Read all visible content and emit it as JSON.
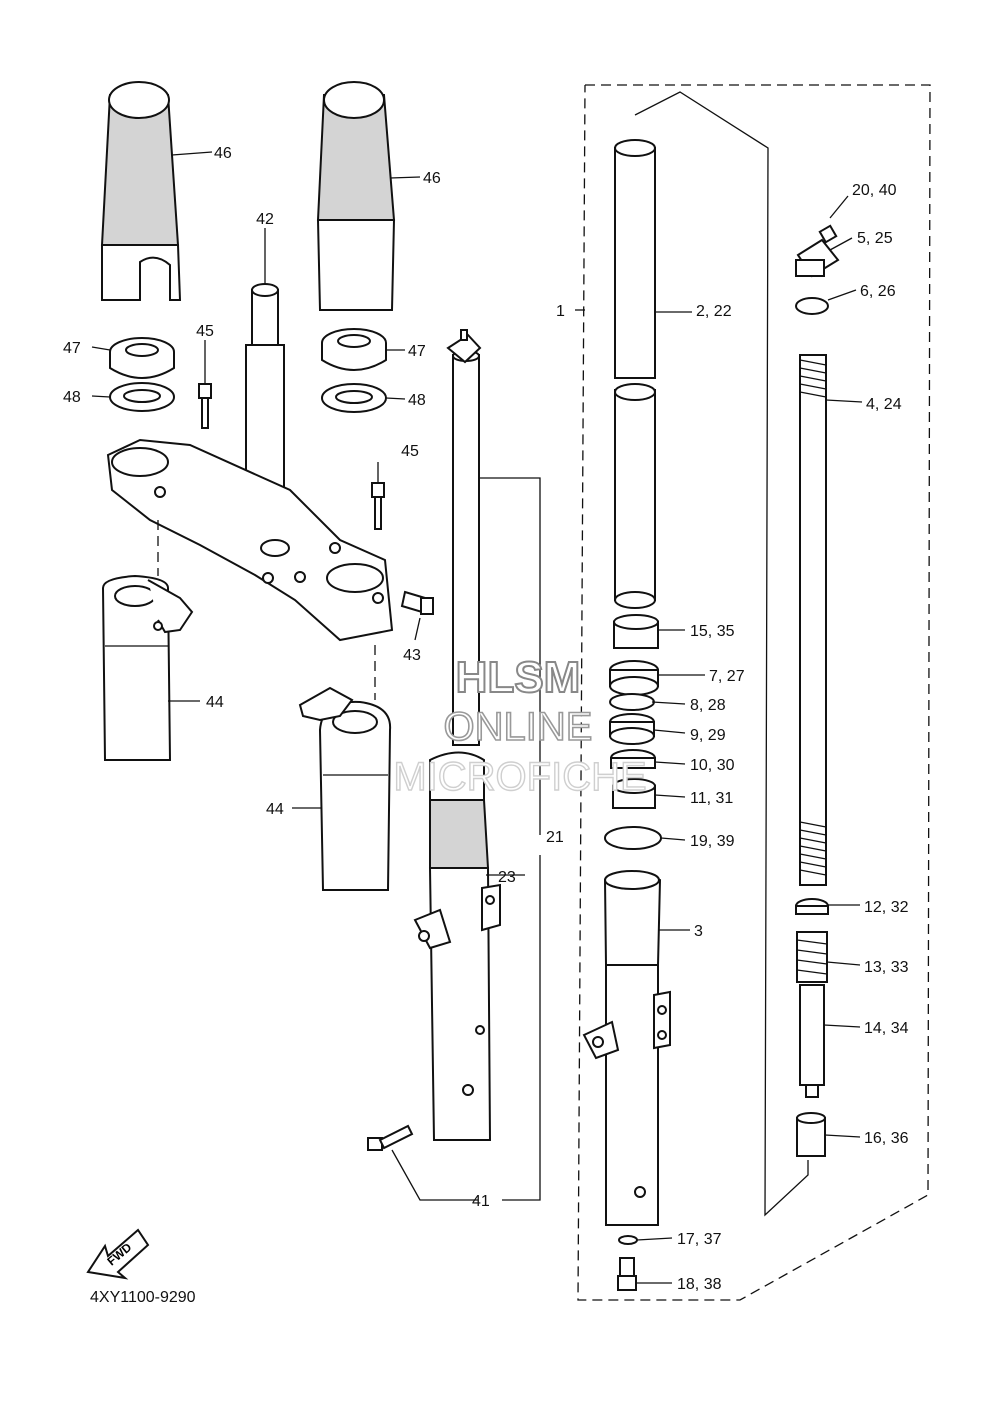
{
  "diagram_code": "4XY1100-9290",
  "fwd_label": "FWD",
  "watermark": [
    "HLSM",
    "ONLINE",
    "MICROFICHE"
  ],
  "callouts": {
    "c46a": "46",
    "c46b": "46",
    "c42": "42",
    "c47a": "47",
    "c47b": "47",
    "c48a": "48",
    "c48b": "48",
    "c45a": "45",
    "c45b": "45",
    "c43": "43",
    "c44a": "44",
    "c44b": "44",
    "c1": "1",
    "c2": "2, 22",
    "c3": "3",
    "c2040": "20, 40",
    "c525": "5, 25",
    "c626": "6, 26",
    "c424": "4, 24",
    "c1535": "15, 35",
    "c727": "7, 27",
    "c828": "8, 28",
    "c929": "9, 29",
    "c1030": "10, 30",
    "c1131": "11, 31",
    "c1939": "19, 39",
    "c21": "21",
    "c23": "23",
    "c1232": "12, 32",
    "c1333": "13, 33",
    "c1434": "14, 34",
    "c1636": "16, 36",
    "c1737": "17, 37",
    "c1838": "18, 38",
    "c41": "41"
  }
}
